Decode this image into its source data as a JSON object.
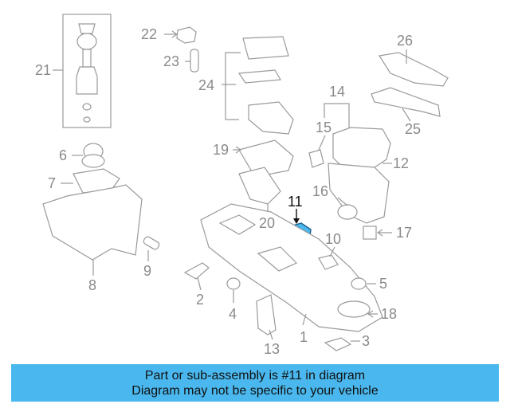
{
  "diagram": {
    "callouts": [
      {
        "id": "1",
        "label": "1"
      },
      {
        "id": "2",
        "label": "2"
      },
      {
        "id": "3",
        "label": "3"
      },
      {
        "id": "4",
        "label": "4"
      },
      {
        "id": "5",
        "label": "5"
      },
      {
        "id": "6",
        "label": "6"
      },
      {
        "id": "7",
        "label": "7"
      },
      {
        "id": "8",
        "label": "8"
      },
      {
        "id": "9",
        "label": "9"
      },
      {
        "id": "10",
        "label": "10"
      },
      {
        "id": "11",
        "label": "11",
        "highlighted": true
      },
      {
        "id": "12",
        "label": "12"
      },
      {
        "id": "13",
        "label": "13"
      },
      {
        "id": "14",
        "label": "14"
      },
      {
        "id": "15",
        "label": "15"
      },
      {
        "id": "16",
        "label": "16"
      },
      {
        "id": "17",
        "label": "17"
      },
      {
        "id": "18",
        "label": "18"
      },
      {
        "id": "19",
        "label": "19"
      },
      {
        "id": "20",
        "label": "20"
      },
      {
        "id": "21",
        "label": "21"
      },
      {
        "id": "22",
        "label": "22"
      },
      {
        "id": "23",
        "label": "23"
      },
      {
        "id": "24",
        "label": "24"
      },
      {
        "id": "25",
        "label": "25"
      },
      {
        "id": "26",
        "label": "26"
      }
    ],
    "highlight_color": "#4ab8ee",
    "line_color": "#9a9a9a"
  },
  "banner": {
    "line1": "Part or sub-assembly is #11 in diagram",
    "line2": "Diagram may not be specific to your vehicle",
    "background": "#4ab8ee"
  }
}
